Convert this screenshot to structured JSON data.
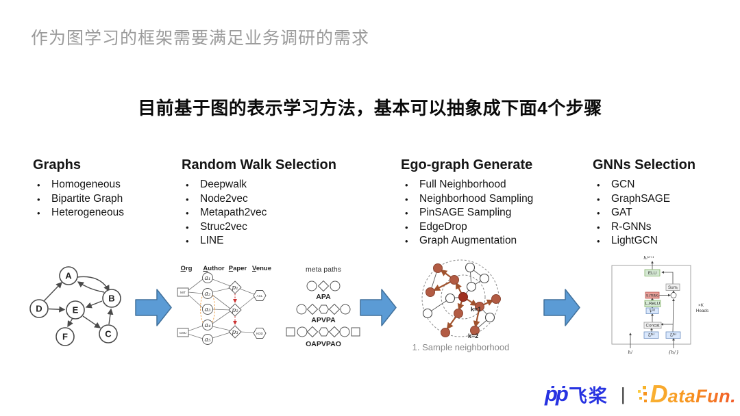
{
  "slide": {
    "title": "作为图学习的框架需要满足业务调研的需求",
    "heading": "目前基于图的表示学习方法，基本可以抽象成下面4个步骤"
  },
  "columns": [
    {
      "header": "Graphs",
      "items": [
        "Homogeneous",
        "Bipartite Graph",
        "Heterogeneous"
      ]
    },
    {
      "header": "Random Walk Selection",
      "items": [
        "Deepwalk",
        "Node2vec",
        "Metapath2vec",
        "Struc2vec",
        "LINE"
      ]
    },
    {
      "header": "Ego-graph Generate",
      "items": [
        "Full Neighborhood",
        "Neighborhood Sampling",
        "PinSAGE Sampling",
        "EdgeDrop",
        "Graph Augmentation"
      ]
    },
    {
      "header": "GNNs Selection",
      "items": [
        "GCN",
        "GraphSAGE",
        "GAT",
        "R-GNNs",
        "LightGCN"
      ]
    }
  ],
  "diagrams": {
    "graph": {
      "nodes": [
        "A",
        "B",
        "C",
        "D",
        "E",
        "F"
      ]
    },
    "metapath": {
      "headers": [
        {
          "first": "O",
          "rest": "rg"
        },
        {
          "first": "A",
          "rest": "uthor"
        },
        {
          "first": "P",
          "rest": "aper"
        },
        {
          "first": "V",
          "rest": "enue"
        }
      ],
      "orgs": [
        "MIT",
        "CMU"
      ],
      "authors": [
        "a₁",
        "a₂",
        "a₃",
        "a₄",
        "a₅"
      ],
      "papers": [
        "p₁",
        "p₂",
        "p₃"
      ],
      "venues": [
        "ACL",
        "KDD"
      ]
    },
    "metapaths_panel": {
      "title": "meta paths",
      "labels": [
        "APA",
        "APVPA",
        "OAPVPAO"
      ]
    },
    "ego": {
      "k1": "k=1",
      "k2": "k=2",
      "caption": "1. Sample neighborhood"
    },
    "gnn": {
      "output": "hᵢᵏˡ⁺¹",
      "elu": "ELU",
      "sum": "Sumⱼ",
      "smax": "s.maxⱼ",
      "lrelu": "L.ReLU",
      "v": "Vᵏˡ",
      "concat": "Concat",
      "u1": "Uᵏˡ",
      "u2": "Uᵏˡ",
      "in_left": "hᵢˡ",
      "in_right": "{hⱼˡ}",
      "heads": "×K",
      "heads_sub": "Heads"
    }
  },
  "footer": {
    "paddle_mark": "ṗṗ",
    "paddle_text": "飞桨",
    "separator": "|",
    "datafun_d": "D",
    "datafun_rest": "ataFun."
  },
  "colors": {
    "arrow_fill": "#5B9BD5",
    "arrow_border": "#41719C",
    "title_gray": "#9B9B9B",
    "ego_node_brown": "#B25B43",
    "ego_center_red": "#A03020",
    "metapath_orange": "#F2A654",
    "metapath_red": "#CC3333",
    "paddle_blue": "#2733E1",
    "datafun_orange": "#F7941E"
  }
}
